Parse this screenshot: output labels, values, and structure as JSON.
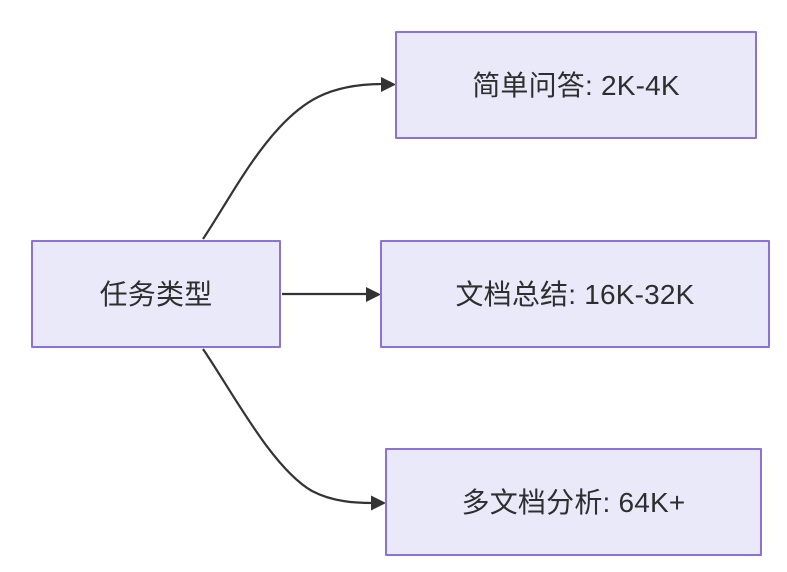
{
  "diagram": {
    "type": "flowchart",
    "direction": "left-to-right",
    "background_color": "#ffffff",
    "node_fill_color": "#eae9fa",
    "node_border_color": "#8c72d6",
    "node_text_color": "#2e2e2e",
    "edge_color": "#333333",
    "nodes": [
      {
        "id": "task-type",
        "label": "任务类型",
        "role": "source"
      },
      {
        "id": "simple-qa",
        "label": "简单问答: 2K-4K",
        "role": "target"
      },
      {
        "id": "doc-summary",
        "label": "文档总结: 16K-32K",
        "role": "target"
      },
      {
        "id": "multi-doc",
        "label": "多文档分析: 64K+",
        "role": "target"
      }
    ],
    "edges": [
      {
        "id": "edge-task-type-simple-qa",
        "from": "task-type",
        "to": "simple-qa",
        "label": "",
        "style": "curved-arrow"
      },
      {
        "id": "edge-task-type-doc-summary",
        "from": "task-type",
        "to": "doc-summary",
        "label": "",
        "style": "straight-arrow"
      },
      {
        "id": "edge-task-type-multi-doc",
        "from": "task-type",
        "to": "multi-doc",
        "label": "",
        "style": "curved-arrow"
      }
    ]
  }
}
